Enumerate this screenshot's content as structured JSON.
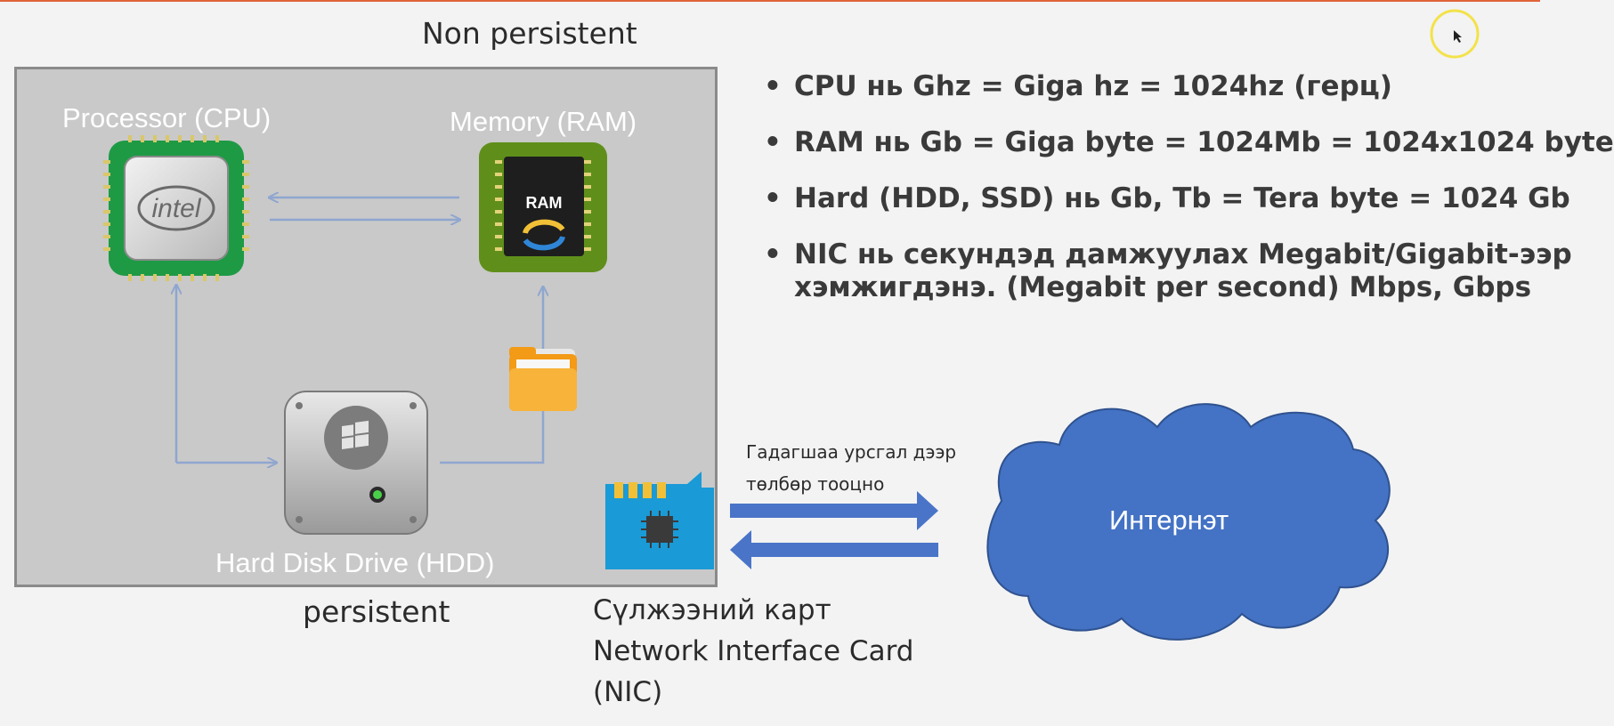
{
  "header": {
    "top_label": "Non persistent"
  },
  "diagram": {
    "cpu_label": "Processor (CPU)",
    "ram_label": "Memory (RAM)",
    "ram_chip_text": "RAM",
    "cpu_chip_text": "intel",
    "hdd_label": "Hard Disk Drive (HDD)",
    "persistent_label": "persistent"
  },
  "bullets": [
    "CPU нь Ghz = Giga hz = 1024hz (герц)",
    "RAM нь Gb = Giga byte = 1024Mb = 1024x1024 byte",
    "Hard (HDD, SSD) нь Gb, Tb = Tera byte = 1024 Gb",
    "NIC нь секундэд дамжуулах Megabit/Gigabit-ээр",
    "хэмжигдэнэ. (Megabit per second) Mbps, Gbps"
  ],
  "network": {
    "fee_line1": "Гадагшаа урсгал дээр",
    "fee_line2": "төлбөр тооцно",
    "internet_label": "Интернэт",
    "nic_line1": "Сүлжээний карт",
    "nic_line2": "Network Interface Card",
    "nic_line3": "(NIC)"
  },
  "colors": {
    "accent_line": "#e0643a",
    "cloud": "#4472c4",
    "arrow_blue": "#4a74c8",
    "cpu_green": "#1e9a45",
    "ram_green": "#5f8f1a",
    "folder_orange": "#f39a16",
    "nic_blue": "#1a9ad6"
  }
}
